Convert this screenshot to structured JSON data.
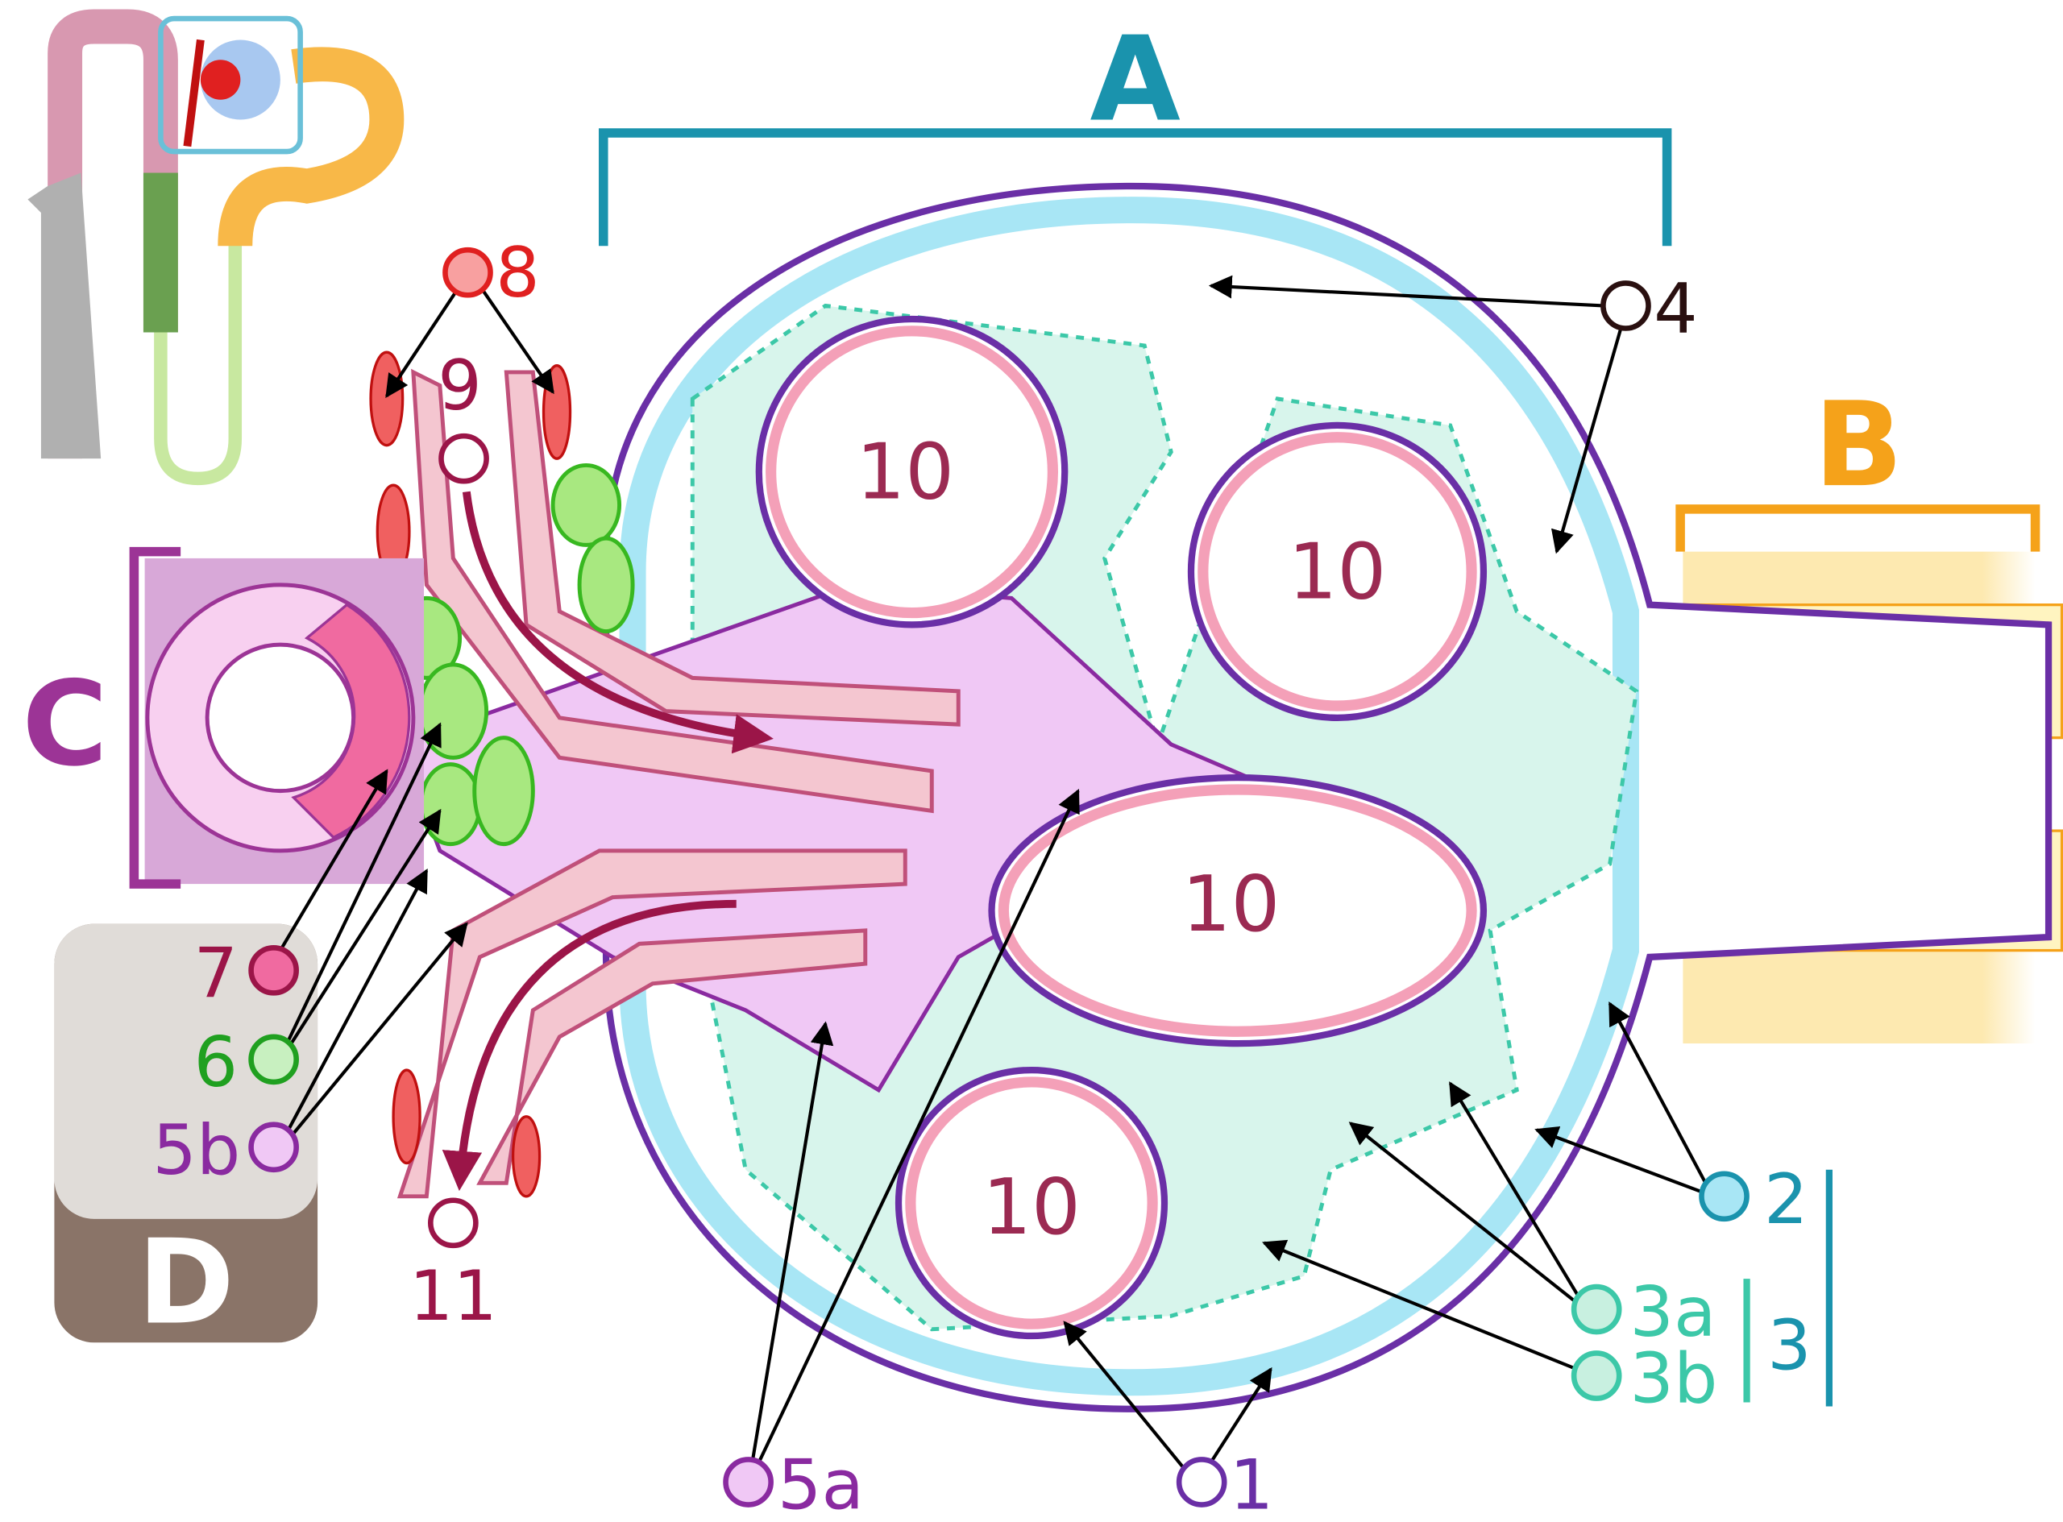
{
  "title": "Renal corpuscle diagram",
  "regions": {
    "A": {
      "text": "A",
      "color": "#1a93ad"
    },
    "B": {
      "text": "B",
      "color": "#f5a21a"
    },
    "C": {
      "text": "C",
      "color": "#9c3496"
    },
    "D": {
      "text": "D",
      "color": "#ffffff"
    }
  },
  "labels": {
    "l1": "1",
    "l2": "2",
    "l3": "3",
    "l3a": "3a",
    "l3b": "3b",
    "l4": "4",
    "l5a": "5a",
    "l5b": "5b",
    "l6": "6",
    "l7": "7",
    "l8": "8",
    "l9": "9",
    "l10": "10",
    "l11": "11"
  },
  "colors": {
    "capsule_outline": "#6a2fa6",
    "parietal": "#a8e6f5",
    "podocyte": "#3cc8a8",
    "capillary": "#f4c6d0",
    "mesangium": "#f0c8f5",
    "arteriole": "#9b1548",
    "macula": "#f06aa0",
    "granular": "#38b820"
  }
}
